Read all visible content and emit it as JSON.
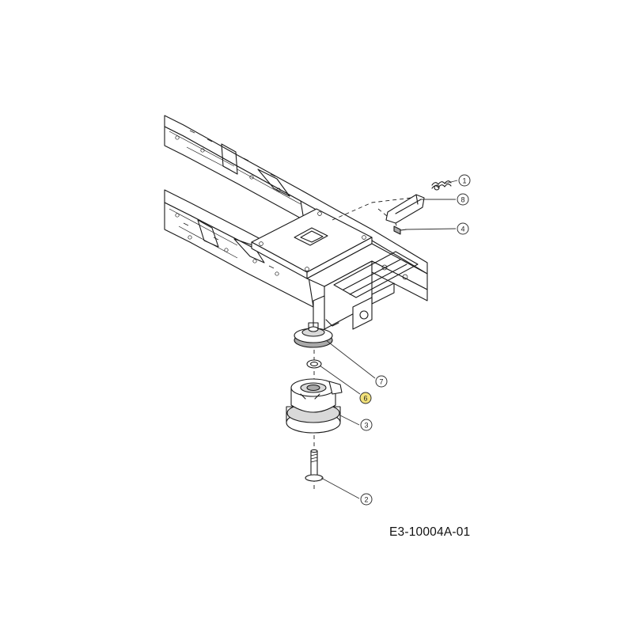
{
  "drawing_id": "E3-10004A-01",
  "callouts": [
    {
      "label": "1",
      "highlight": false
    },
    {
      "label": "8",
      "highlight": false
    },
    {
      "label": "4",
      "highlight": false
    },
    {
      "label": "7",
      "highlight": false
    },
    {
      "label": "6",
      "highlight": true
    },
    {
      "label": "3",
      "highlight": false
    },
    {
      "label": "2",
      "highlight": false
    }
  ],
  "colors": {
    "line": "#1a1a1a",
    "callout_fill": "#ffffff",
    "highlight_fill": "#f3e27a"
  }
}
